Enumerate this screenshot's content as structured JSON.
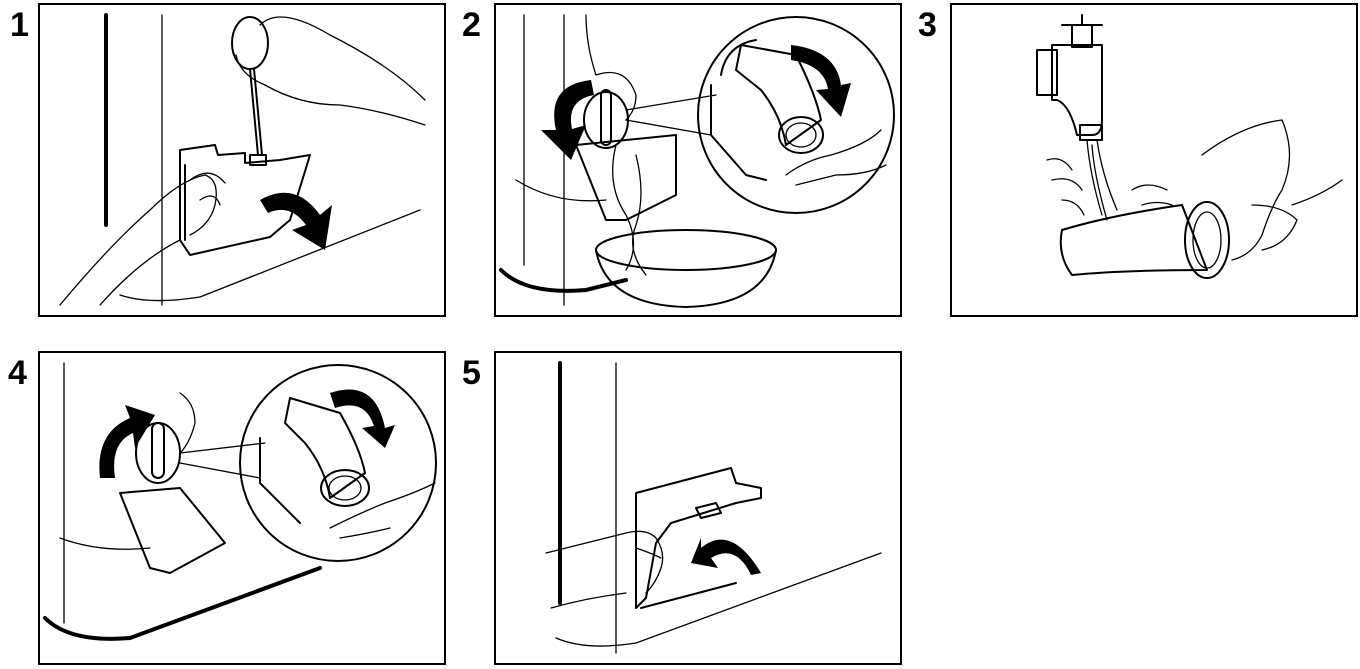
{
  "steps": [
    {
      "number": "1"
    },
    {
      "number": "2"
    },
    {
      "number": "3"
    },
    {
      "number": "4"
    },
    {
      "number": "5"
    }
  ],
  "colors": {
    "ink": "#000000",
    "background": "#ffffff"
  },
  "icons": [
    "screwdriver-icon",
    "hand-icon",
    "curved-arrow-icon",
    "filter-icon",
    "bowl-icon",
    "tap-icon",
    "water-icon"
  ]
}
